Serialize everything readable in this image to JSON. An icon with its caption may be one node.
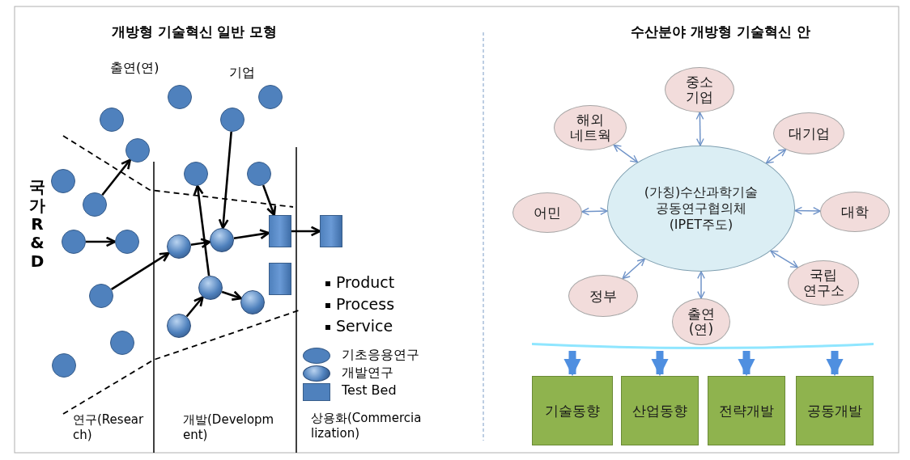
{
  "diagram": {
    "nodes": [
      {
        "text": [],
        "shape": "circle"
      },
      {
        "text": [],
        "shape": "circle"
      },
      {
        "text": [],
        "shape": "circle"
      },
      {
        "text": [],
        "shape": "circle"
      },
      {
        "text": [],
        "shape": "circle"
      },
      {
        "text": [],
        "shape": "circle"
      },
      {
        "text": [],
        "shape": "circle"
      },
      {
        "text": [],
        "shape": "circle"
      },
      {
        "text": [],
        "shape": "circle"
      },
      {
        "text": [],
        "shape": "box"
      },
      {
        "text": [],
        "shape": "box"
      },
      {
        "text": [],
        "shape": "circle"
      },
      {
        "text": [],
        "shape": "circle"
      },
      {
        "text": [],
        "shape": "sphere"
      },
      {
        "text": [],
        "shape": "sphere"
      },
      {
        "text": [],
        "shape": "box"
      },
      {
        "text": [],
        "shape": "sphere"
      },
      {
        "text": [],
        "shape": "circle"
      },
      {
        "text": [],
        "shape": "sphere"
      },
      {
        "text": [],
        "shape": "sphere"
      },
      {
        "text": [],
        "shape": "circle"
      },
      {
        "text": [],
        "shape": "circle"
      },
      {
        "text": [
          "중소 기업"
        ]
      },
      {
        "text": [
          "해외 네트웍"
        ]
      },
      {
        "text": [
          "대기업"
        ]
      },
      {
        "text": [
          "(가칭)수산과학기술 공동연구협의체 (IPET주도)"
        ]
      },
      {
        "text": [
          "어민"
        ]
      },
      {
        "text": [
          "대학"
        ]
      },
      {
        "text": [
          "국립 연구소"
        ]
      },
      {
        "text": [
          "정부"
        ]
      },
      {
        "text": [
          "출연 (연)"
        ]
      },
      {
        "text": [
          "기술동향"
        ]
      },
      {
        "text": [
          "산업동향"
        ]
      },
      {
        "text": [
          "전략개발"
        ]
      },
      {
        "text": [
          "공동개발"
        ]
      }
    ],
    "edges": [
      {
        "from": 8,
        "to": 4,
        "arrow": "to"
      },
      {
        "from": 11,
        "to": 12,
        "arrow": "to"
      },
      {
        "from": 17,
        "to": 14,
        "arrow": "to"
      },
      {
        "from": 14,
        "to": 13,
        "arrow": "to"
      },
      {
        "from": 3,
        "to": 13,
        "arrow": "to"
      },
      {
        "from": 13,
        "to": 9,
        "arrow": "to"
      },
      {
        "from": 7,
        "to": 9,
        "arrow": "to"
      },
      {
        "from": 9,
        "to": 10,
        "arrow": "to"
      },
      {
        "from": 19,
        "to": 16,
        "arrow": "to"
      },
      {
        "from": 16,
        "to": 18,
        "arrow": "to"
      },
      {
        "from": 16,
        "to": 6,
        "arrow": "to"
      },
      {
        "from": 25,
        "to": 22,
        "arrow": "both",
        "color": "#6f93c8"
      },
      {
        "from": 25,
        "to": 23,
        "arrow": "both",
        "color": "#6f93c8"
      },
      {
        "from": 25,
        "to": 24,
        "arrow": "both",
        "color": "#6f93c8"
      },
      {
        "from": 25,
        "to": 26,
        "arrow": "both",
        "color": "#6f93c8"
      },
      {
        "from": 25,
        "to": 27,
        "arrow": "both",
        "color": "#6f93c8"
      },
      {
        "from": 25,
        "to": 28,
        "arrow": "both",
        "color": "#6f93c8"
      },
      {
        "from": 25,
        "to": 29,
        "arrow": "both",
        "color": "#6f93c8"
      },
      {
        "from": 25,
        "to": 30,
        "arrow": "both",
        "color": "#6f93c8"
      },
      {
        "from": null,
        "to": 31,
        "arrow": "to",
        "style": "thick",
        "color": "#4f8fe0"
      },
      {
        "from": null,
        "to": 32,
        "arrow": "to",
        "style": "thick",
        "color": "#4f8fe0"
      },
      {
        "from": null,
        "to": 33,
        "arrow": "to",
        "style": "thick",
        "color": "#4f8fe0"
      },
      {
        "from": null,
        "to": 34,
        "arrow": "to",
        "style": "thick",
        "color": "#4f8fe0"
      }
    ],
    "labels": [
      "개방형 기술혁신 일반 모형",
      "수산분야 개방형 기술혁신 안",
      "출연(연)",
      "기업",
      "국가 R & D",
      "Product",
      "Process",
      "Service",
      "연구(Research)",
      "개발(Development)",
      "상용화(Commercialization)"
    ],
    "legend": [
      {
        "text": "기초응용연구"
      },
      {
        "text": "개발연구"
      },
      {
        "text": "Test Bed"
      }
    ]
  }
}
